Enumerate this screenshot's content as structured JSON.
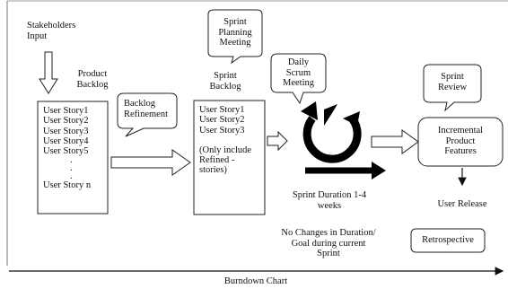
{
  "stakeholders_input": [
    "Stakeholders",
    "Input"
  ],
  "product_backlog": {
    "title": [
      "Product",
      "Backlog"
    ],
    "items": [
      "User Story1",
      "User Story2",
      "User Story3",
      "User Story4",
      "User Story5",
      ".",
      ".",
      ".",
      "User Story n"
    ]
  },
  "backlog_refinement": [
    "Backlog",
    "Refinement"
  ],
  "sprint_planning_meeting": [
    "Sprint",
    "Planning",
    "Meeting"
  ],
  "sprint_backlog": {
    "title": [
      "Sprint",
      "Backlog"
    ],
    "items": [
      "User Story1",
      "User Story2",
      "User Story3",
      "",
      "(Only include",
      "Refined -",
      "stories)"
    ]
  },
  "daily_scrum_meeting": [
    "Daily",
    "Scrum",
    "Meeting"
  ],
  "sprint_duration": [
    "Sprint Duration 1-4",
    "weeks"
  ],
  "no_changes": [
    "No Changes in Duration/",
    "Goal during current",
    "Sprint"
  ],
  "sprint_review": [
    "Sprint",
    "Review"
  ],
  "incremental_features": [
    "Incremental",
    "Product",
    "Features"
  ],
  "user_release": "User Release",
  "retrospective": "Retrospective",
  "burndown_chart": "Burndown Chart"
}
